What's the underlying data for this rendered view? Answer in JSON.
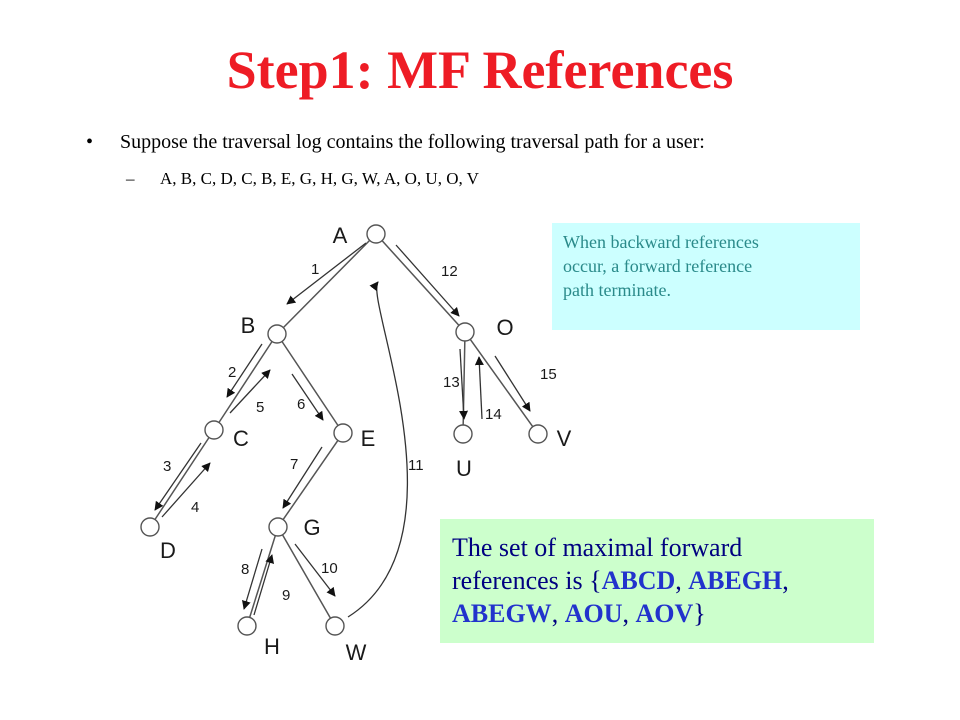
{
  "title": "Step1: MF References",
  "bullet": {
    "marker": "•",
    "text": "Suppose the traversal log contains the following traversal path for a user:"
  },
  "subbullet": {
    "marker": "–",
    "text": "A, B, C, D, C, B, E, G, H, G, W, A, O, U, O, V"
  },
  "note_backward": {
    "lines": [
      "When backward references",
      "occur, a forward reference",
      "path terminate."
    ],
    "background": "#ccffff",
    "text_color": "#2a8a8a"
  },
  "note_mf": {
    "line1": "The set of maximal forward",
    "line2_prefix": "references is {",
    "line2_item1": "ABCD",
    "sep1": ", ",
    "line2_item2": "ABEGH",
    "line2_suffix": ",",
    "line3_item1": "ABEGW",
    "sep2": ", ",
    "line3_item2": "AOU",
    "sep3": ", ",
    "line3_item3": "AOV",
    "line3_suffix": "}",
    "background": "#ccffcc"
  },
  "colors": {
    "title": "#ee1c25",
    "highlight": "#2233cc"
  },
  "diagram": {
    "nodes": [
      {
        "id": "A",
        "label": "A"
      },
      {
        "id": "B",
        "label": "B"
      },
      {
        "id": "O",
        "label": "O"
      },
      {
        "id": "C",
        "label": "C"
      },
      {
        "id": "E",
        "label": "E"
      },
      {
        "id": "U",
        "label": "U"
      },
      {
        "id": "V",
        "label": "V"
      },
      {
        "id": "D",
        "label": "D"
      },
      {
        "id": "G",
        "label": "G"
      },
      {
        "id": "H",
        "label": "H"
      },
      {
        "id": "W",
        "label": "W"
      }
    ],
    "edges": [
      {
        "from": "A",
        "to": "B"
      },
      {
        "from": "A",
        "to": "O"
      },
      {
        "from": "B",
        "to": "C"
      },
      {
        "from": "B",
        "to": "E"
      },
      {
        "from": "C",
        "to": "D"
      },
      {
        "from": "E",
        "to": "G"
      },
      {
        "from": "G",
        "to": "H"
      },
      {
        "from": "G",
        "to": "W"
      },
      {
        "from": "O",
        "to": "U"
      },
      {
        "from": "O",
        "to": "V"
      }
    ],
    "steps": [
      {
        "n": "1",
        "from": "A",
        "to": "B"
      },
      {
        "n": "2",
        "from": "B",
        "to": "C"
      },
      {
        "n": "3",
        "from": "C",
        "to": "D"
      },
      {
        "n": "4",
        "from": "D",
        "to": "C"
      },
      {
        "n": "5",
        "from": "C",
        "to": "B"
      },
      {
        "n": "6",
        "from": "B",
        "to": "E"
      },
      {
        "n": "7",
        "from": "E",
        "to": "G"
      },
      {
        "n": "8",
        "from": "G",
        "to": "H"
      },
      {
        "n": "9",
        "from": "H",
        "to": "G"
      },
      {
        "n": "10",
        "from": "G",
        "to": "W"
      },
      {
        "n": "11",
        "from": "W",
        "to": "A"
      },
      {
        "n": "12",
        "from": "A",
        "to": "O"
      },
      {
        "n": "13",
        "from": "O",
        "to": "U"
      },
      {
        "n": "14",
        "from": "U",
        "to": "O"
      },
      {
        "n": "15",
        "from": "O",
        "to": "V"
      }
    ]
  }
}
